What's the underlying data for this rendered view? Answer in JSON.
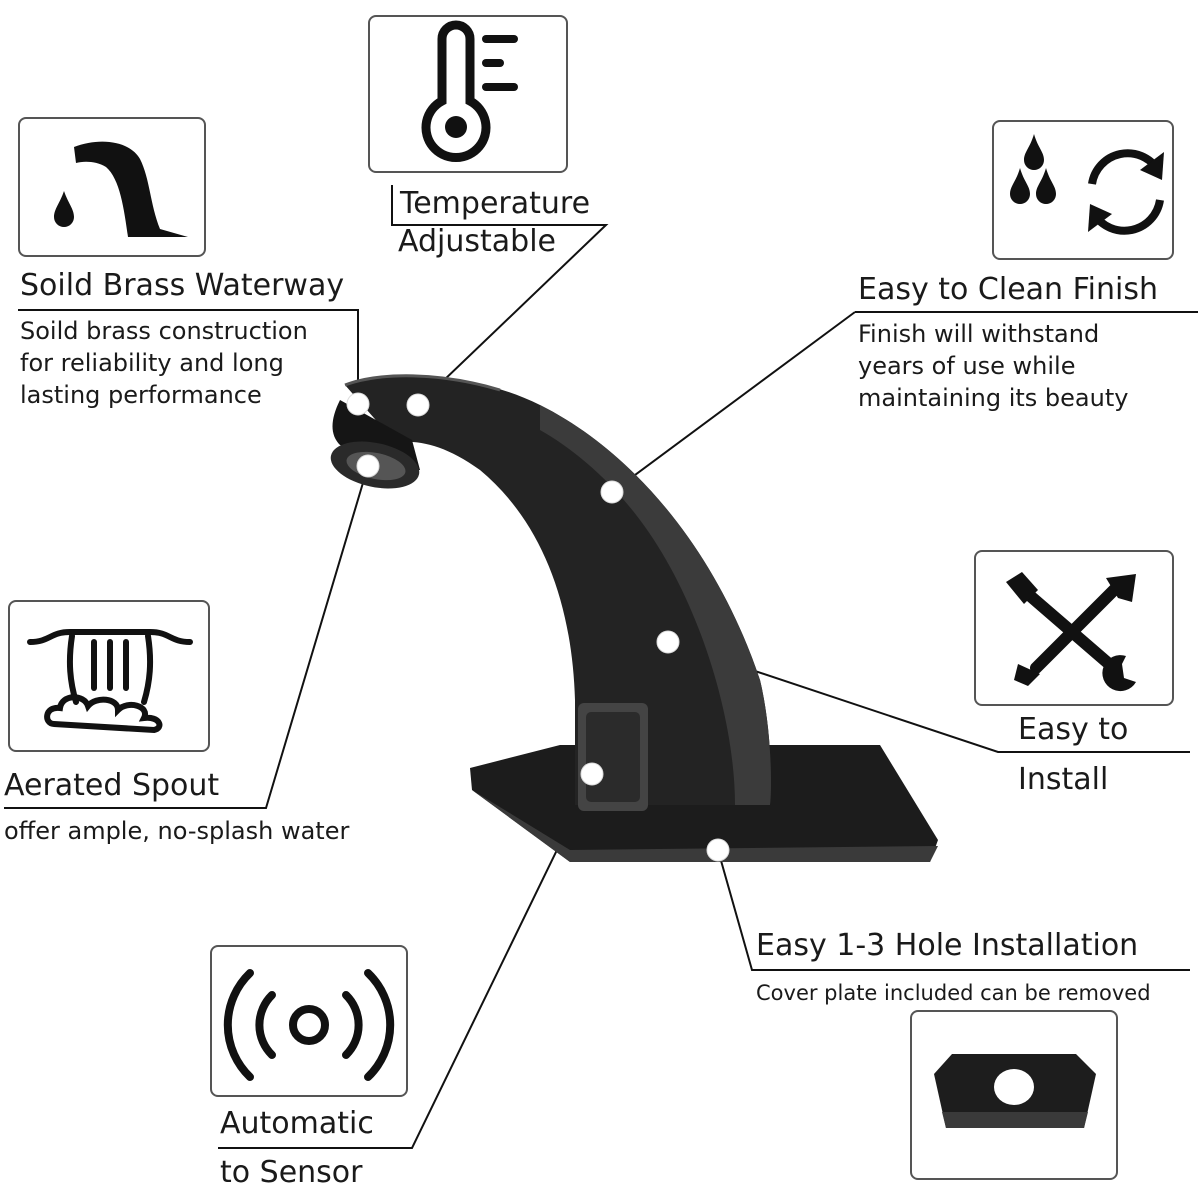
{
  "features": {
    "temperature": {
      "line1": "Temperature",
      "line2": "Adjustable",
      "icon": "thermometer-icon"
    },
    "waterway": {
      "title": "Soild Brass Waterway",
      "desc1": "Soild brass construction",
      "desc2": "for reliability and long",
      "desc3": "lasting performance",
      "icon": "faucet-drop-icon"
    },
    "finish": {
      "title": "Easy to Clean Finish",
      "desc1": "Finish will withstand",
      "desc2": "years of use while",
      "desc3": "maintaining its beauty",
      "icon": "drops-cycle-icon"
    },
    "install": {
      "line1": "Easy to",
      "line2": "Install",
      "icon": "wrench-screwdriver-icon"
    },
    "aerated": {
      "title": "Aerated Spout",
      "desc": "offer ample, no-splash water",
      "icon": "waterfall-icon"
    },
    "sensor": {
      "line1": "Automatic",
      "line2": "to Sensor",
      "icon": "sensor-waves-icon"
    },
    "hole": {
      "title": "Easy 1-3 Hole Installation",
      "desc": "Cover plate included can be removed",
      "icon": "cover-plate-icon"
    }
  }
}
